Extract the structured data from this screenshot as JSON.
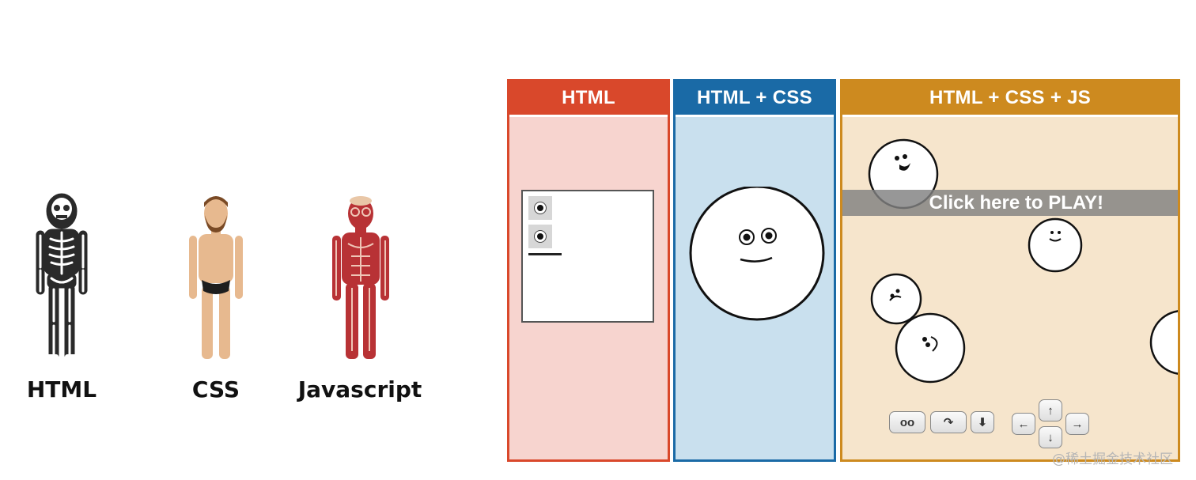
{
  "figures": [
    {
      "label": "HTML",
      "icon": "skeleton-icon"
    },
    {
      "label": "CSS",
      "icon": "person-icon"
    },
    {
      "label": "Javascript",
      "icon": "muscle-figure-icon"
    }
  ],
  "panels": [
    {
      "title": "HTML",
      "color": "#d9482b",
      "bg": "#f7d4cf"
    },
    {
      "title": "HTML + CSS",
      "color": "#1a6aa6",
      "bg": "#c9e0ee"
    },
    {
      "title": "HTML + CSS + JS",
      "color": "#cd8a1f",
      "bg": "#f6e5cc"
    }
  ],
  "game": {
    "play_label": "Click here to PLAY!",
    "controls": [
      "oo",
      "↷",
      "⬇",
      "←",
      "↑",
      "↓",
      "→"
    ]
  },
  "watermark": "@稀土掘金技术社区"
}
